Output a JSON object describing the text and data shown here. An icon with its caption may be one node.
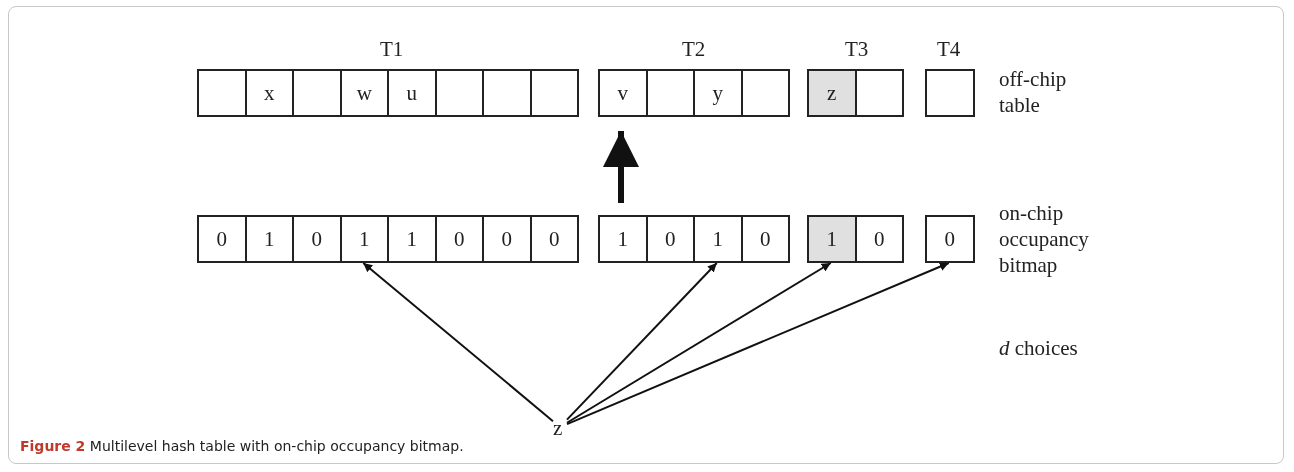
{
  "diagram": {
    "caption": "**Figure 2** Multilevel hash table with on-chip occupancy bitmap.",
    "nodes": [
      {
        "text": [],
        "shape": "box"
      },
      {
        "text": [
          "x"
        ]
      },
      {
        "text": [],
        "shape": "box"
      },
      {
        "text": [
          "w"
        ]
      },
      {
        "text": [
          "u"
        ]
      },
      {
        "text": [],
        "shape": "box"
      },
      {
        "text": [],
        "shape": "box"
      },
      {
        "text": [],
        "shape": "box"
      },
      {
        "text": [
          "v"
        ]
      },
      {
        "text": [],
        "shape": "box"
      },
      {
        "text": [
          "y"
        ]
      },
      {
        "text": [],
        "shape": "box"
      },
      {
        "text": [
          "z"
        ]
      },
      {
        "text": [],
        "shape": "box"
      },
      {
        "text": [],
        "shape": "box"
      },
      {
        "text": [
          "0"
        ]
      },
      {
        "text": [
          "1"
        ]
      },
      {
        "text": [
          "0"
        ]
      },
      {
        "text": [
          "1"
        ]
      },
      {
        "text": [
          "1"
        ]
      },
      {
        "text": [
          "0"
        ]
      },
      {
        "text": [
          "0"
        ]
      },
      {
        "text": [
          "0"
        ]
      },
      {
        "text": [
          "1"
        ]
      },
      {
        "text": [
          "0"
        ]
      },
      {
        "text": [
          "1"
        ]
      },
      {
        "text": [
          "0"
        ]
      },
      {
        "text": [
          "1"
        ]
      },
      {
        "text": [
          "0"
        ]
      },
      {
        "text": [
          "0"
        ]
      },
      {
        "text": [
          "z"
        ]
      }
    ],
    "edges": [
      {
        "from": 23,
        "to": 8,
        "arrow": "to",
        "style": "thick"
      },
      {
        "from": 30,
        "to": 18,
        "arrow": "to"
      },
      {
        "from": 30,
        "to": 25,
        "arrow": "to"
      },
      {
        "from": 30,
        "to": 27,
        "arrow": "to"
      },
      {
        "from": 30,
        "to": 29,
        "arrow": "to"
      }
    ],
    "labels": [
      "T1",
      "T2",
      "T3",
      "T4",
      "off-chip table",
      "on-chip occupancy bitmap",
      "*d* choices"
    ]
  }
}
